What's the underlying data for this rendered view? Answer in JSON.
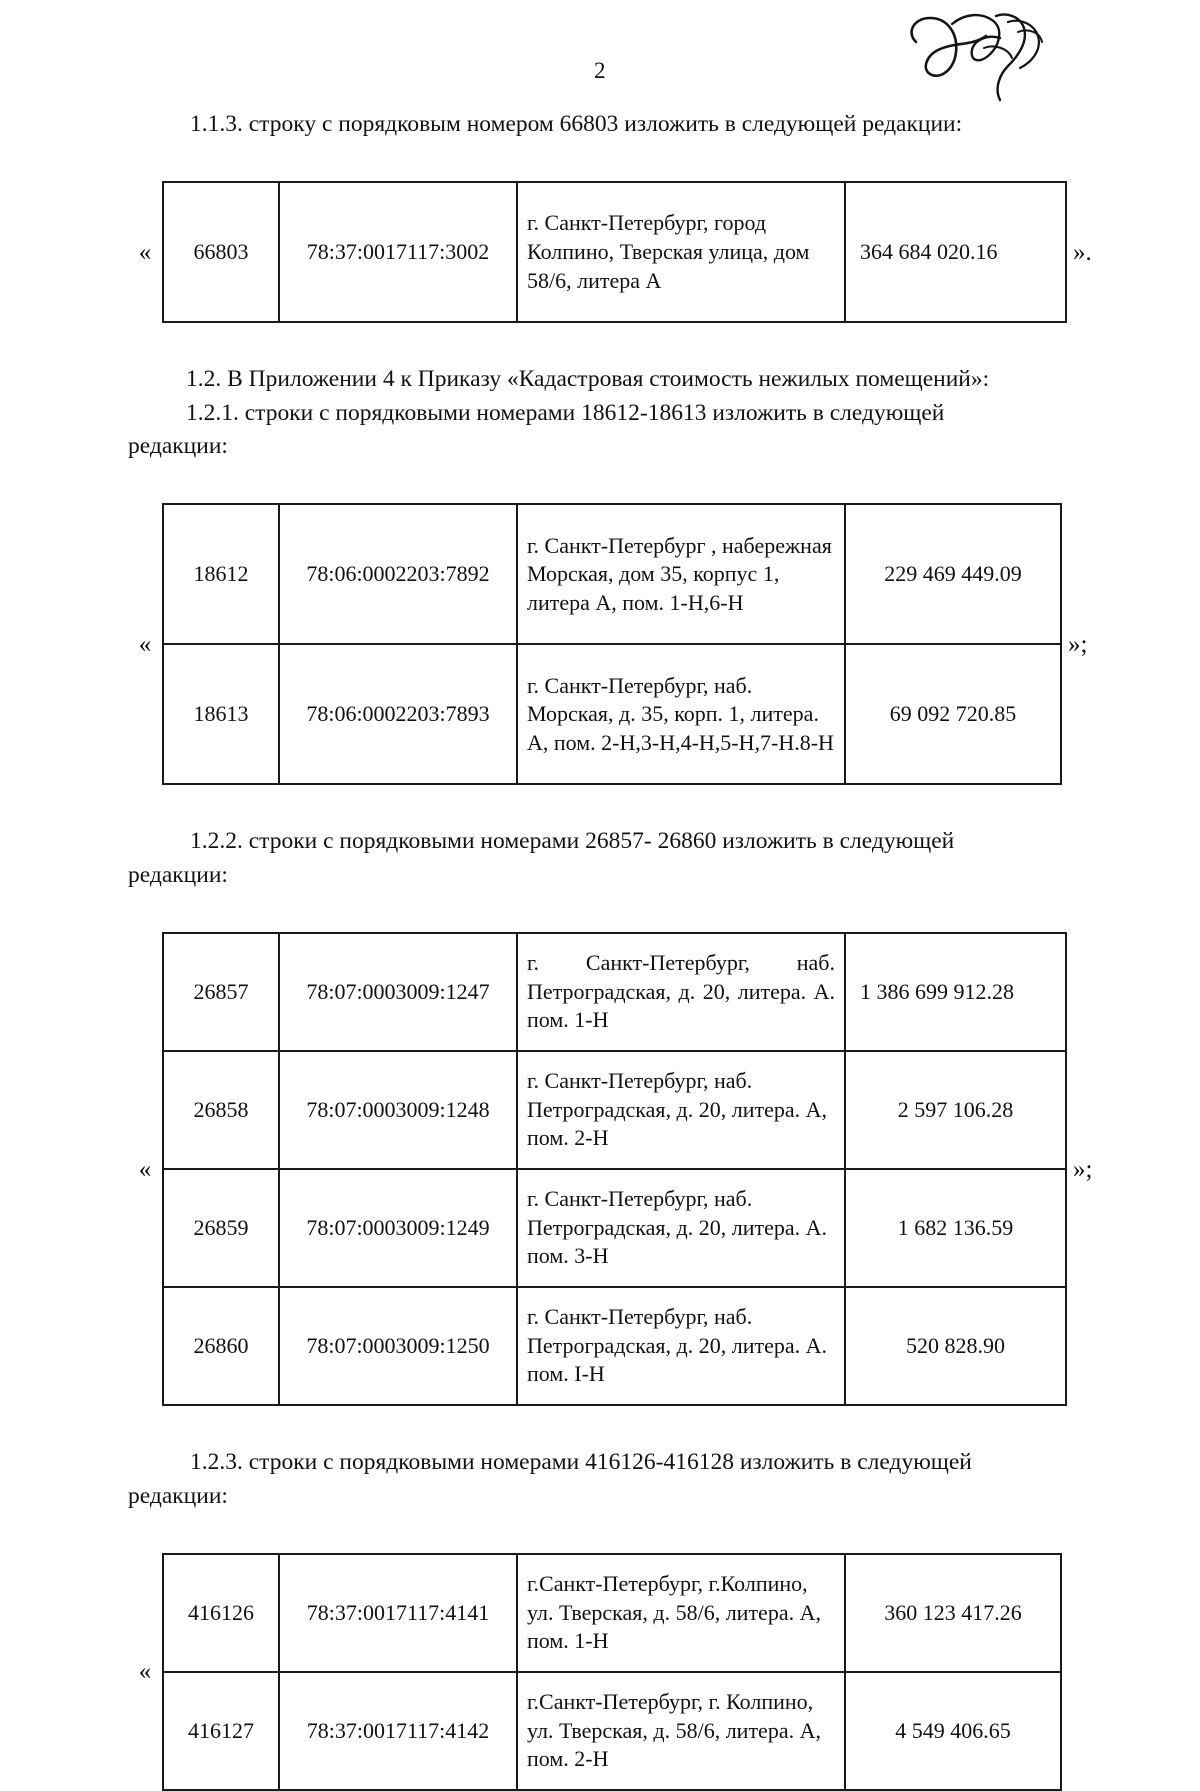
{
  "page": {
    "number": "2",
    "signature_name": "handwritten-signature"
  },
  "sections": [
    {
      "id": "1.1.3",
      "heading": "1.1.3. строку с порядковым номером 66803 изложить в следующей редакции:",
      "quote_open": "«",
      "quote_close": "».",
      "rows": [
        {
          "num": "66803",
          "cadastral": "78:37:0017117:3002",
          "address": "г. Санкт-Петербург, город Колпино, Тверская улица, дом 58/6, литера А",
          "value": "364 684 020.16"
        }
      ]
    },
    {
      "id": "1.2",
      "heading": "1.2. В Приложении 4 к Приказу «Кадастровая стоимость нежилых помещений»:"
    },
    {
      "id": "1.2.1",
      "heading": "1.2.1. строки с порядковыми номерами 18612-18613 изложить в следующей",
      "heading_cont": "редакции:",
      "quote_open": "«",
      "quote_close": "»;",
      "rows": [
        {
          "num": "18612",
          "cadastral": "78:06:0002203:7892",
          "address": "г. Санкт-Петербург , набережная Морская, дом 35, корпус 1, литера А,  пом. 1-Н,6-Н",
          "value": "229 469 449.09"
        },
        {
          "num": "18613",
          "cadastral": "78:06:0002203:7893",
          "address": "г. Санкт-Петербург, наб. Морская, д. 35, корп. 1, литера. А, пом. 2-Н,3-Н,4-Н,5-Н,7-Н.8-Н",
          "value": "69 092 720.85"
        }
      ]
    },
    {
      "id": "1.2.2",
      "heading": "1.2.2. строки с порядковыми номерами 26857- 26860 изложить в следующей",
      "heading_cont": "редакции:",
      "quote_open": "«",
      "quote_close": "»;",
      "rows": [
        {
          "num": "26857",
          "cadastral": "78:07:0003009:1247",
          "address": "г.    Санкт-Петербург,    наб. Петроградская,        д.       20, литера. А. пом. 1-Н",
          "value": "1 386 699 912.28"
        },
        {
          "num": "26858",
          "cadastral": "78:07:0003009:1248",
          "address": "г. Санкт-Петербург, наб. Петроградская, д. 20, литера. А, пом. 2-Н",
          "value": "2 597 106.28"
        },
        {
          "num": "26859",
          "cadastral": "78:07:0003009:1249",
          "address": "г. Санкт-Петербург, наб. Петроградская, д. 20, литера. А. пом. 3-Н",
          "value": "1 682 136.59"
        },
        {
          "num": "26860",
          "cadastral": "78:07:0003009:1250",
          "address": "г. Санкт-Петербург, наб. Петроградская, д. 20, литера. А. пом. I-Н",
          "value": "520 828.90"
        }
      ]
    },
    {
      "id": "1.2.3",
      "heading": "1.2.3. строки с порядковыми номерами 416126-416128 изложить в следующей",
      "heading_cont": "редакции:",
      "quote_open": "«",
      "quote_close": "",
      "rows": [
        {
          "num": "416126",
          "cadastral": "78:37:0017117:4141",
          "address": "г.Санкт-Петербург, г.Колпино, ул. Тверская, д. 58/6, литера. А, пом. 1-Н",
          "value": "360 123 417.26"
        },
        {
          "num": "416127",
          "cadastral": "78:37:0017117:4142",
          "address": "г.Санкт-Петербург, г. Колпино, ул. Тверская, д. 58/6, литера. А, пом. 2-Н",
          "value": "4 549 406.65"
        }
      ]
    }
  ]
}
